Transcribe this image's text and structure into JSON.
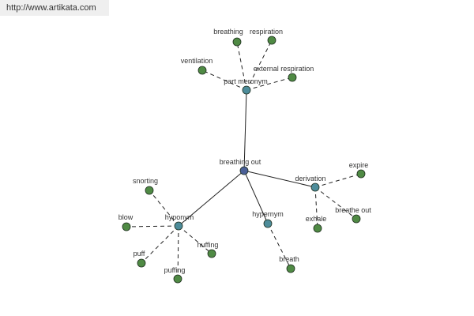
{
  "watermark": "http://www.artikata.com",
  "colors": {
    "center": "#4a5f97",
    "hub": "#4d8c9a",
    "leaf": "#4f8a44",
    "edge": "#222222"
  },
  "graph": {
    "center": {
      "id": "breathing-out",
      "label": "breathing out"
    },
    "hubs": [
      {
        "id": "part-meronym",
        "label": "part meronym",
        "leaves": [
          {
            "id": "breathing",
            "label": "breathing"
          },
          {
            "id": "respiration",
            "label": "respiration"
          },
          {
            "id": "ventilation",
            "label": "ventilation"
          },
          {
            "id": "external-respiration",
            "label": "external respiration"
          }
        ]
      },
      {
        "id": "derivation",
        "label": "derivation",
        "leaves": [
          {
            "id": "expire",
            "label": "expire"
          },
          {
            "id": "exhale",
            "label": "exhale"
          },
          {
            "id": "breathe-out",
            "label": "breathe out"
          }
        ]
      },
      {
        "id": "hypernym",
        "label": "hypernym",
        "leaves": [
          {
            "id": "breath",
            "label": "breath"
          }
        ]
      },
      {
        "id": "hyponym",
        "label": "hyponym",
        "leaves": [
          {
            "id": "snorting",
            "label": "snorting"
          },
          {
            "id": "blow",
            "label": "blow"
          },
          {
            "id": "puff",
            "label": "puff"
          },
          {
            "id": "puffing",
            "label": "puffing"
          },
          {
            "id": "huffing",
            "label": "huffing"
          }
        ]
      }
    ]
  }
}
